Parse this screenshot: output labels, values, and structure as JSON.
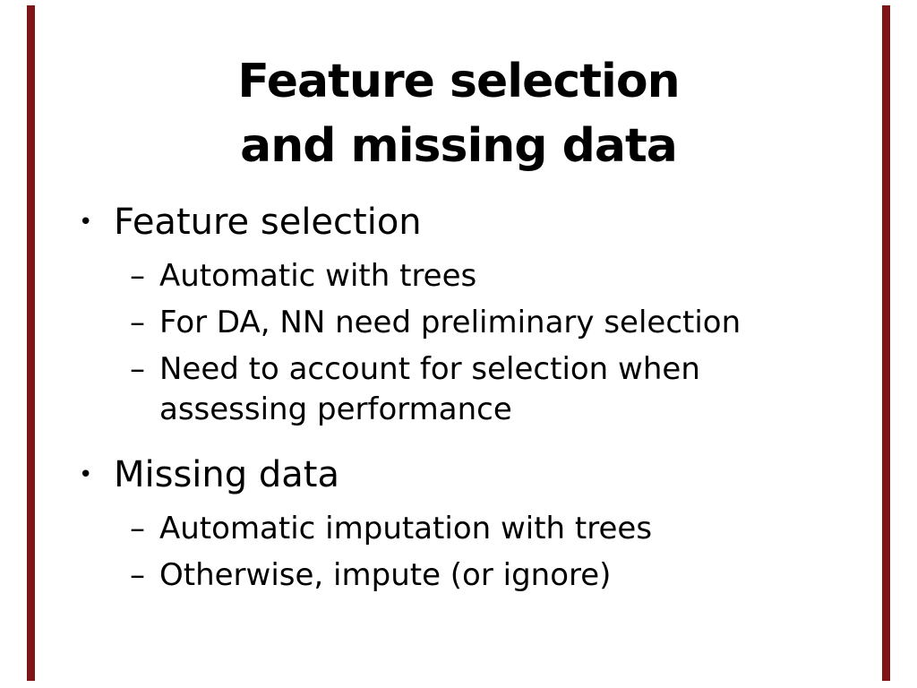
{
  "slide": {
    "accent_color": "#7E1517",
    "bullet_char": "•",
    "dash_char": "–",
    "title": {
      "line1": "Feature selection",
      "line2": "and missing data"
    },
    "bullets": [
      {
        "label": "Feature selection",
        "subs": [
          {
            "lines": [
              "Automatic with trees"
            ]
          },
          {
            "lines": [
              "For DA, NN need preliminary selection"
            ]
          },
          {
            "lines": [
              "Need to account for selection when",
              "assessing performance"
            ]
          }
        ]
      },
      {
        "label": "Missing data",
        "subs": [
          {
            "lines": [
              "Automatic imputation with trees"
            ]
          },
          {
            "lines": [
              "Otherwise, impute (or ignore)"
            ]
          }
        ]
      }
    ]
  }
}
